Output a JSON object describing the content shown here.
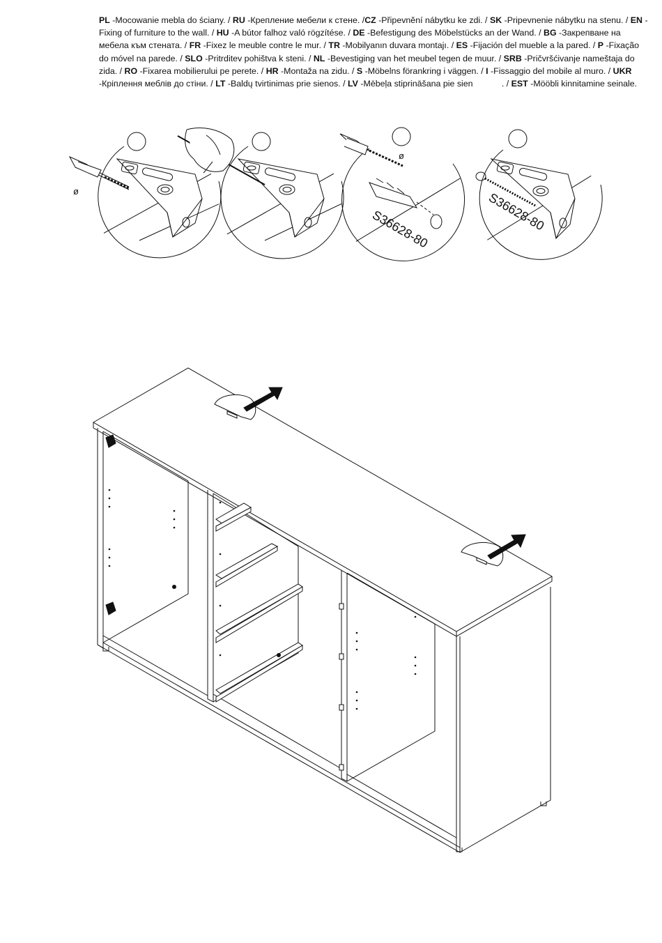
{
  "instructions": [
    {
      "code": "PL",
      "text": " -Mocowanie mebla do ściany. / "
    },
    {
      "code": "RU",
      "text": " -Крепление мебели к стене. /"
    },
    {
      "code": "CZ",
      "text": " -Připevnění nábytku ke zdi. / "
    },
    {
      "code": "SK",
      "text": " -Pripevnenie nábytku na stenu. / "
    },
    {
      "code": "EN",
      "text": " -Fixing of furniture to the wall. / "
    },
    {
      "code": "HU",
      "text": " -A bútor falhoz való rögzítése. / "
    },
    {
      "code": "DE",
      "text": " -Befestigung des Möbelstücks an der Wand. / "
    },
    {
      "code": "BG",
      "text": " -Закрепване на мебела към стената. / "
    },
    {
      "code": "FR",
      "text": " -Fixez le meuble contre le mur. / "
    },
    {
      "code": "TR",
      "text": " -Mobilyanın duvara montajı. / "
    },
    {
      "code": "ES",
      "text": " -Fijación del mueble a la pared. / "
    },
    {
      "code": "P",
      "text": " -Fixação do móvel na parede. / "
    },
    {
      "code": "SLO",
      "text": " -Pritrditev pohištva k steni. / "
    },
    {
      "code": "NL",
      "text": " -Bevestiging van het meubel tegen de muur. / "
    },
    {
      "code": "SRB",
      "text": " -Pričvršćivanje nameštaja do zida. / "
    },
    {
      "code": "RO",
      "text": " -Fixarea mobilierului pe perete. / "
    },
    {
      "code": "HR",
      "text": " -Montaža na zidu. / "
    },
    {
      "code": "S",
      "text": " -Möbelns förankring i väggen. / "
    },
    {
      "code": "I",
      "text": " -Fissaggio del mobile al muro. / "
    },
    {
      "code": "UKR",
      "text": " -Кріплення меблів до стіни. / "
    },
    {
      "code": "LT",
      "text": " -Baldų tvirtinimas prie sienos. / "
    },
    {
      "code": "LV",
      "text": " -Mēbeļa stiprināšana pie sien            . / "
    },
    {
      "code": "EST",
      "text": " -Mööbli kinnitamine seinale."
    }
  ],
  "steps": {
    "drill_symbol": "ø",
    "part_code": "S36628-80"
  }
}
